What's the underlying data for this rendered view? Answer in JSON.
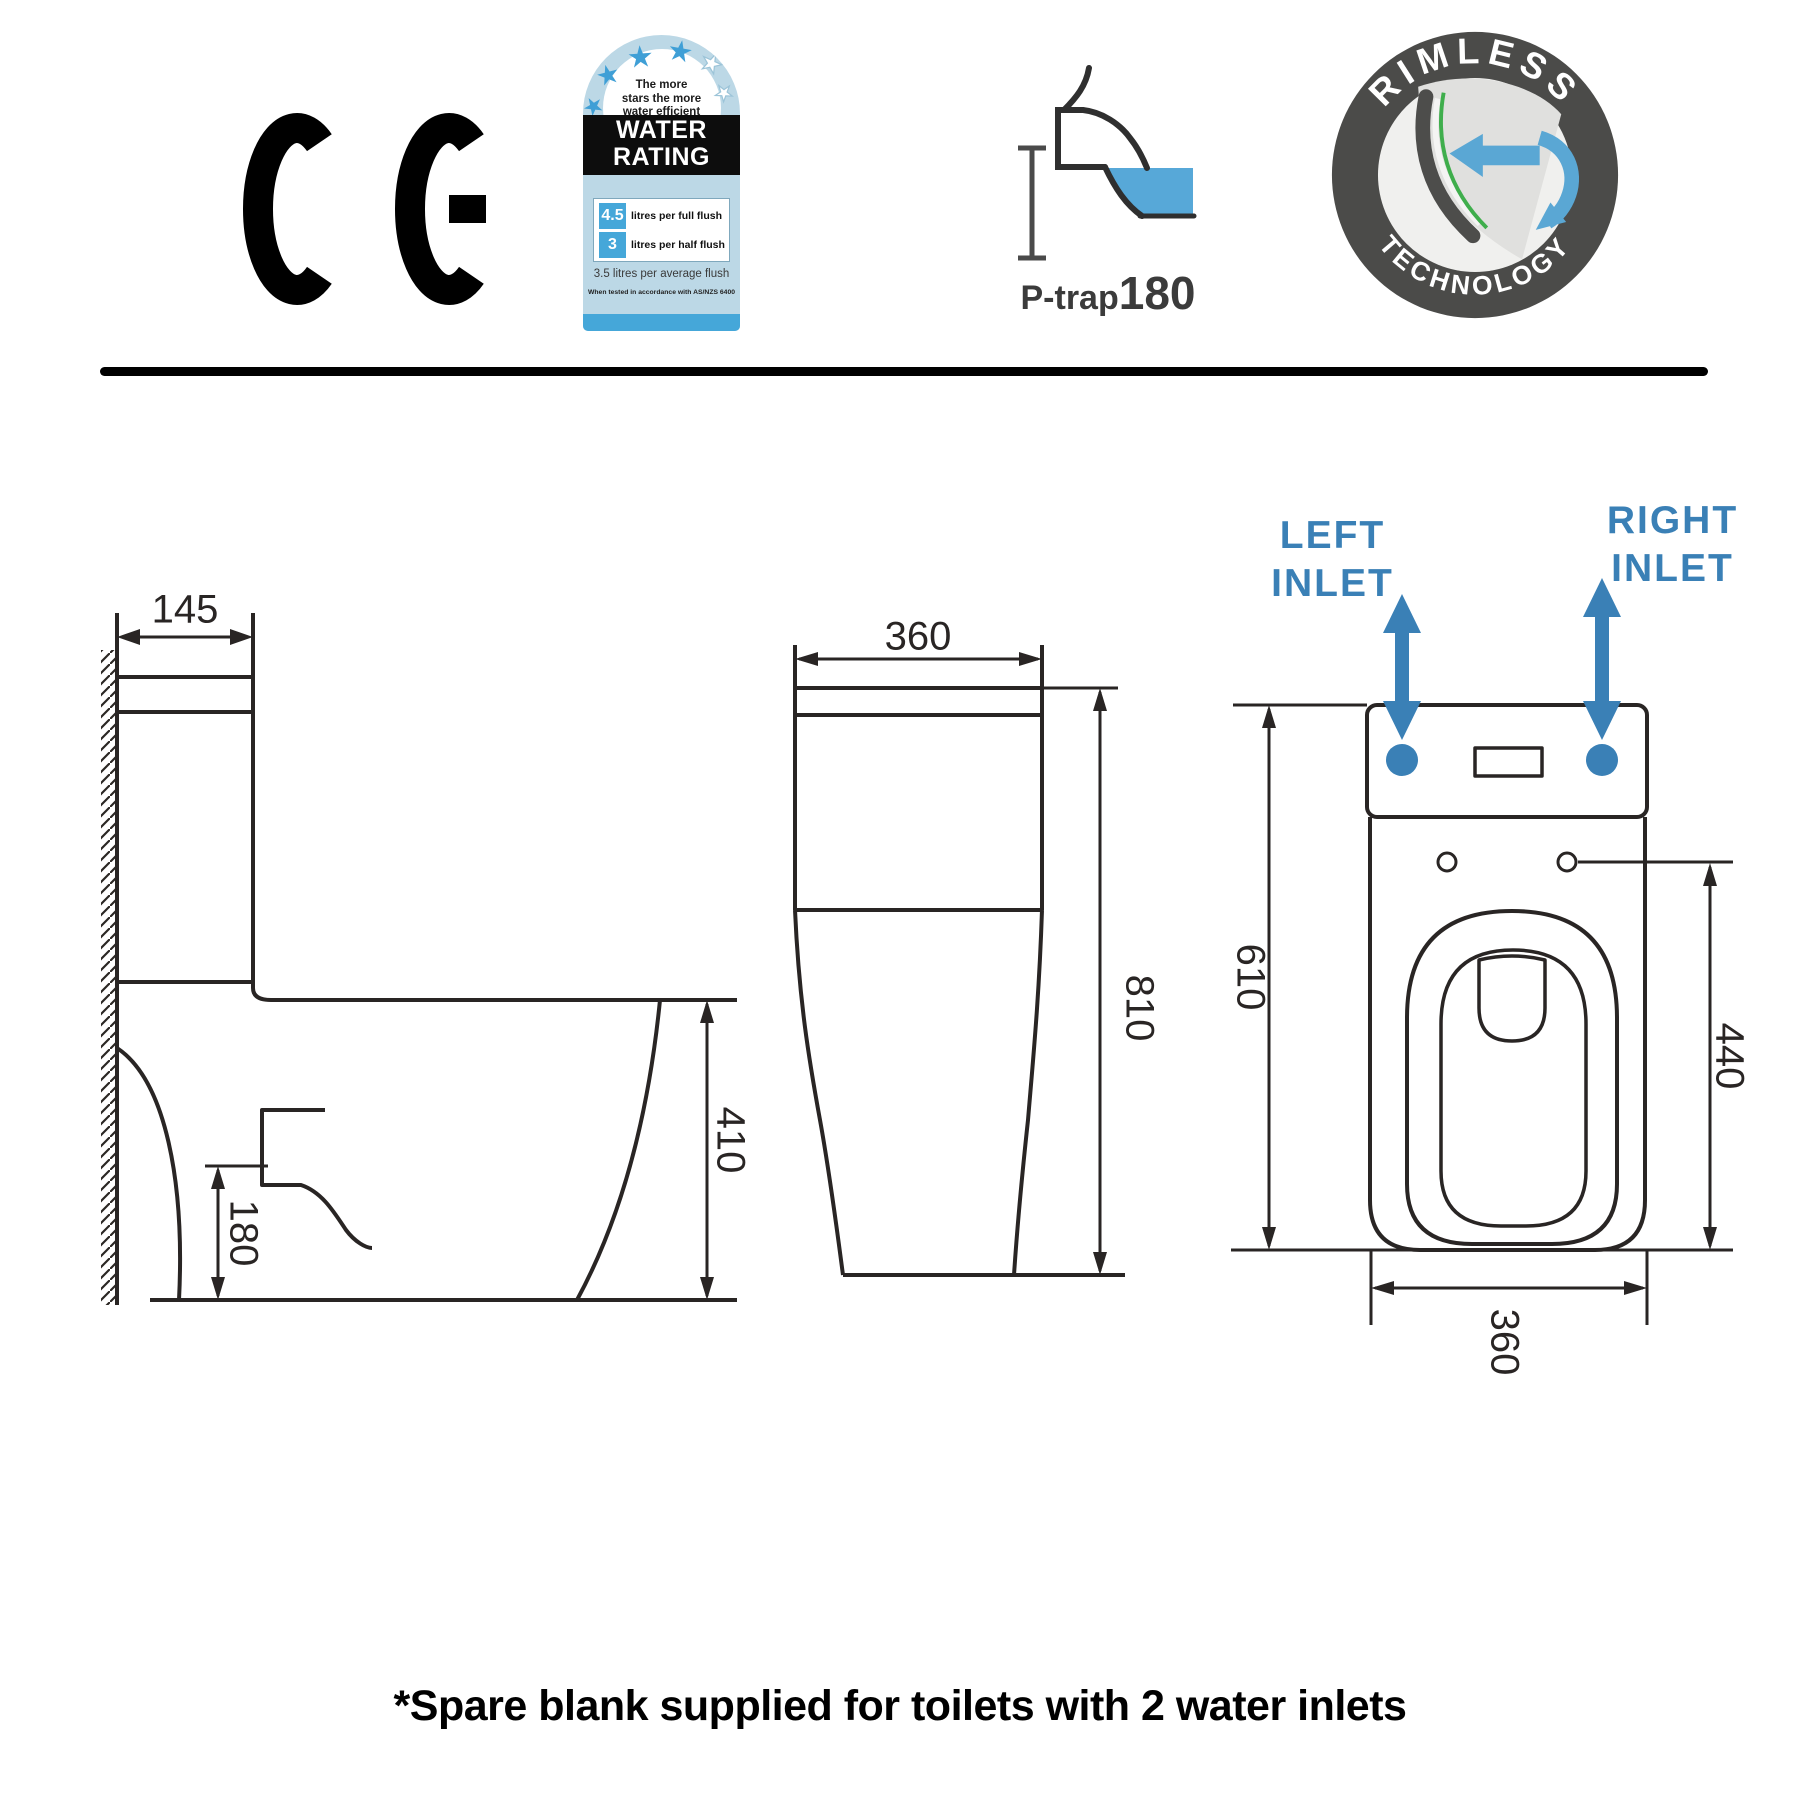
{
  "page": {
    "footnote": "*Spare blank supplied for toilets with 2 water inlets"
  },
  "badges": {
    "ce": {
      "label": "CE"
    },
    "water_rating": {
      "star_glyph": "★",
      "tagline_lines": [
        "The more",
        "stars the more",
        "water efficient"
      ],
      "title_lines": [
        "WATER",
        "RATING"
      ],
      "rows": [
        {
          "value": "4.5",
          "label": "litres per full flush"
        },
        {
          "value": "3",
          "label": "litres per half flush"
        }
      ],
      "average_note": "3.5 litres per average flush",
      "tested_note": "When tested in accordance with AS/NZS 6400"
    },
    "ptrap": {
      "prefix": "P-trap",
      "value": "180"
    },
    "rimless": {
      "arc_top": "RIMLESS",
      "arc_bottom": "TECHNOLOGY"
    }
  },
  "views": {
    "side": {
      "width_mm": "145",
      "seat_height_mm": "410",
      "trap_height_mm": "180"
    },
    "front": {
      "width_mm": "360",
      "height_mm": "810"
    },
    "top": {
      "left_inlet_lines": [
        "LEFT",
        "INLET"
      ],
      "right_inlet_lines": [
        "RIGHT",
        "INLET"
      ],
      "depth_mm": "610",
      "seat_depth_mm": "440",
      "width_mm": "360"
    }
  },
  "colors": {
    "accent_blue": "#3a80b6",
    "water_blue": "#57a8d8",
    "label_blue_bg": "#bcd8e6",
    "star_blue": "#3f9fd6",
    "squares_blue": "#45a7d9",
    "line_dark": "#292524",
    "rimless_ring": "#4b4b49",
    "rimless_green": "#3fae4c"
  }
}
